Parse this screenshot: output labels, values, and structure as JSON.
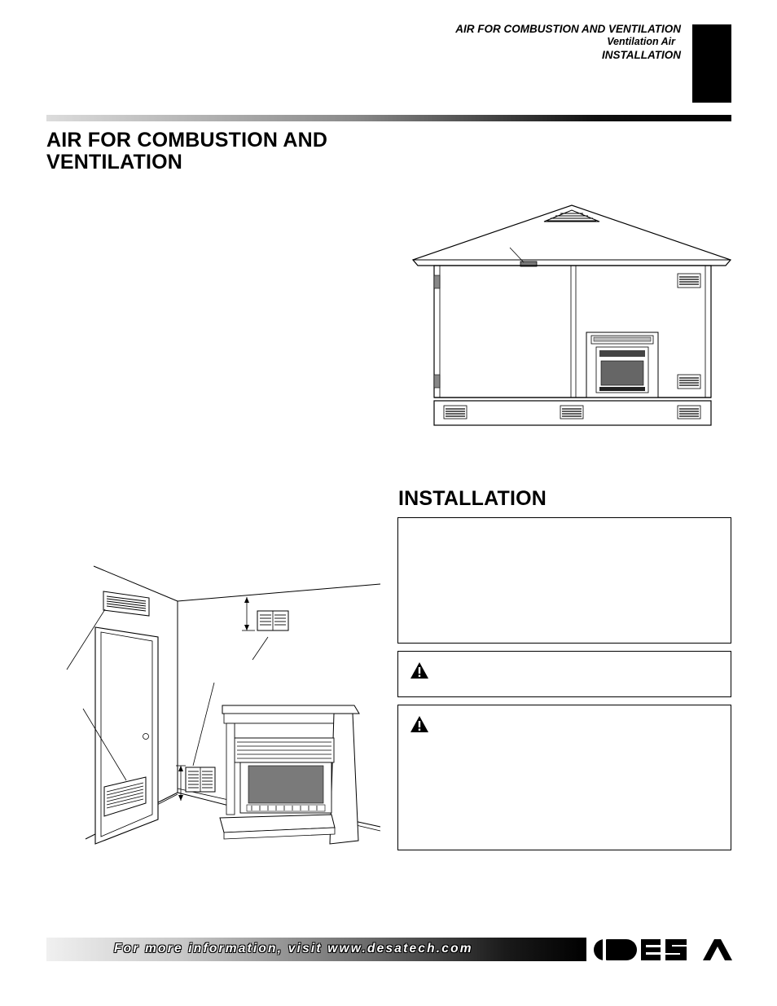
{
  "header": {
    "line1": "AIR FOR COMBUSTION AND VENTILATION",
    "line2": "Ventilation Air",
    "line3": "INSTALLATION"
  },
  "sections": {
    "air_title": "AIR FOR COMBUSTION AND VENTILATION",
    "installation_title": "INSTALLATION"
  },
  "footer": {
    "text": "For more information, visit www.desatech.com",
    "logo": "DESA"
  },
  "icons": {
    "warning": "warning-triangle-icon"
  },
  "colors": {
    "text": "#000000",
    "tab": "#000000",
    "footer_text": "#ffffff"
  }
}
